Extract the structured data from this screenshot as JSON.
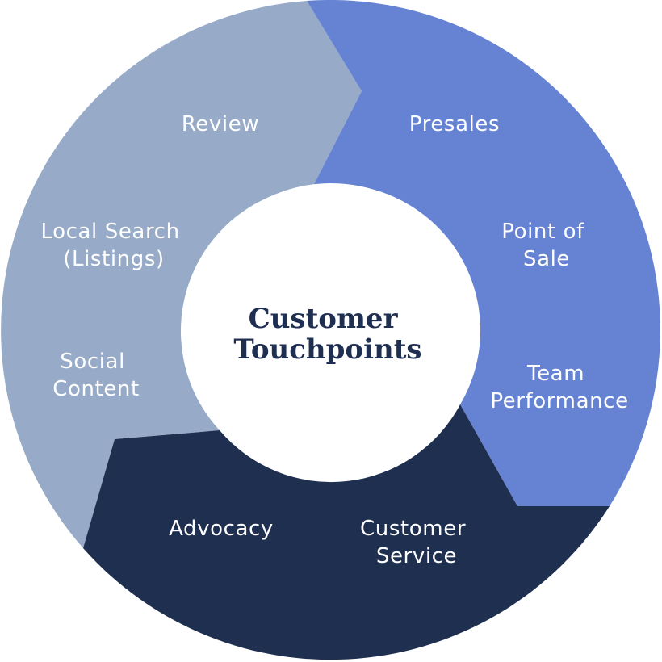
{
  "center": {
    "line1": "Customer",
    "line2": "Touchpoints"
  },
  "colors": {
    "light_segment": "#97abc9",
    "mid_segment": "#6683d3",
    "dark_segment": "#1f2f50",
    "center_fill": "#ffffff",
    "center_text": "#1f2f52",
    "label_text": "#ffffff"
  },
  "segments": [
    {
      "name": "light",
      "labels": [
        {
          "lines": [
            "Review"
          ]
        },
        {
          "lines": [
            "Local Search",
            "(Listings)"
          ]
        },
        {
          "lines": [
            "Social",
            "Content"
          ]
        }
      ]
    },
    {
      "name": "mid",
      "labels": [
        {
          "lines": [
            "Presales"
          ]
        },
        {
          "lines": [
            "Point of",
            "Sale"
          ]
        },
        {
          "lines": [
            "Team",
            "Performance"
          ]
        }
      ]
    },
    {
      "name": "dark",
      "labels": [
        {
          "lines": [
            "Advocacy"
          ]
        },
        {
          "lines": [
            "Customer",
            "Service"
          ]
        }
      ]
    }
  ]
}
